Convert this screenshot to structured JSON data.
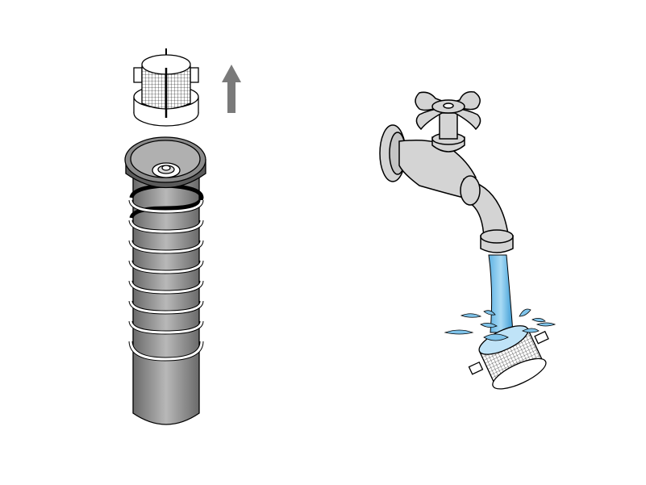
{
  "illustration": {
    "left_panel": {
      "subject": "filter-removed-from-hose",
      "arrow_direction": "up"
    },
    "right_panel": {
      "subject": "filter-rinsed-under-tap"
    }
  },
  "colors": {
    "background": "#ffffff",
    "outline": "#000000",
    "arrow": "#7a7a7a",
    "hose_dark": "#6e6e6e",
    "hose_light": "#b5b5b5",
    "faucet": "#d4d4d4",
    "water": "#7ec3ea",
    "water_dark": "#3a9bd5"
  }
}
